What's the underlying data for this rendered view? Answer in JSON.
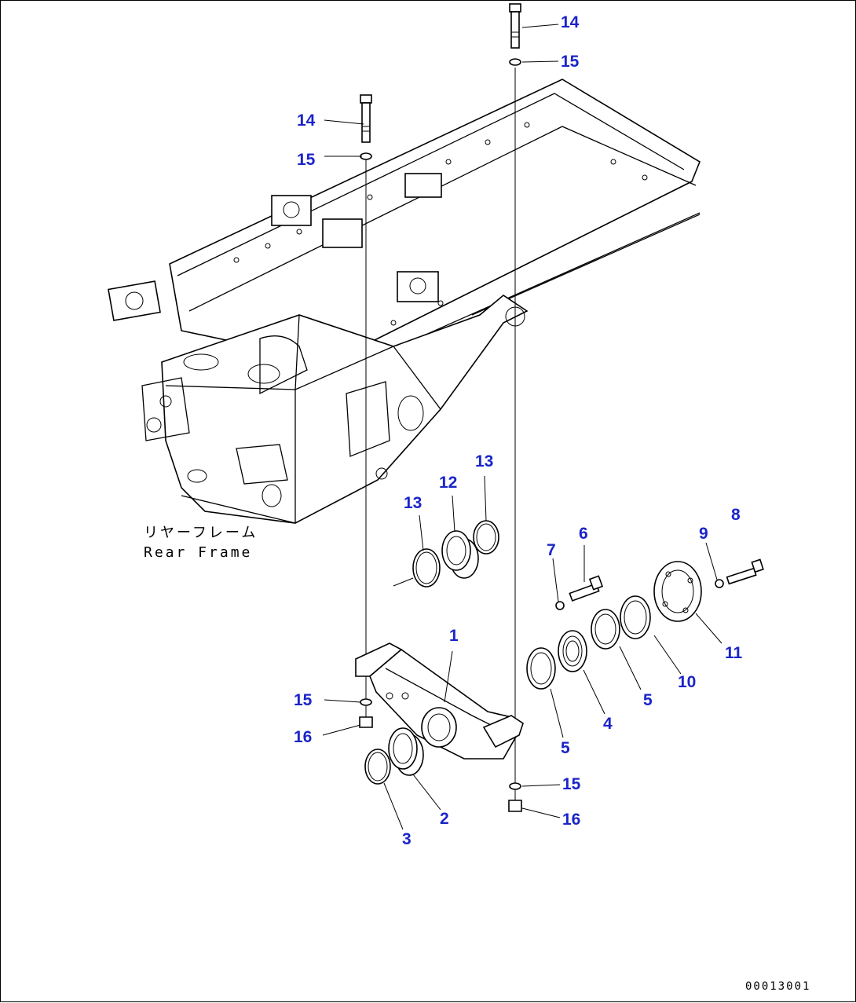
{
  "callouts": [
    {
      "id": "c14a",
      "label": "14"
    },
    {
      "id": "c15a",
      "label": "15"
    },
    {
      "id": "c14b",
      "label": "14"
    },
    {
      "id": "c15b",
      "label": "15"
    },
    {
      "id": "c13a",
      "label": "13"
    },
    {
      "id": "c12",
      "label": "12"
    },
    {
      "id": "c13b",
      "label": "13"
    },
    {
      "id": "c8",
      "label": "8"
    },
    {
      "id": "c6",
      "label": "6"
    },
    {
      "id": "c9",
      "label": "9"
    },
    {
      "id": "c7",
      "label": "7"
    },
    {
      "id": "c1",
      "label": "1"
    },
    {
      "id": "c11",
      "label": "11"
    },
    {
      "id": "c10",
      "label": "10"
    },
    {
      "id": "c5a",
      "label": "5"
    },
    {
      "id": "c4",
      "label": "4"
    },
    {
      "id": "c5b",
      "label": "5"
    },
    {
      "id": "c15c",
      "label": "15"
    },
    {
      "id": "c16a",
      "label": "16"
    },
    {
      "id": "c2",
      "label": "2"
    },
    {
      "id": "c3",
      "label": "3"
    },
    {
      "id": "c15d",
      "label": "15"
    },
    {
      "id": "c16b",
      "label": "16"
    }
  ],
  "frame_caption": {
    "japanese": "リヤーフレーム",
    "english": "Rear Frame"
  },
  "drawing_code": "00013001"
}
